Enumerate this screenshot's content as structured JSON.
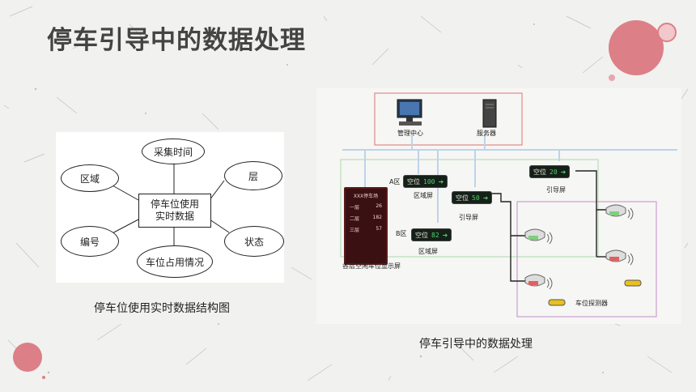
{
  "slide": {
    "title": "停车引导中的数据处理",
    "left_caption": "停车位使用实时数据结构图",
    "right_caption": "停车引导中的数据处理"
  },
  "er_diagram": {
    "center_line1": "停车位使用",
    "center_line2": "实时数据",
    "attr_time": "采集时间",
    "attr_area": "区域",
    "attr_floor": "层",
    "attr_number": "编号",
    "attr_status": "状态",
    "attr_occupancy": "车位占用情况"
  },
  "network": {
    "mgmt_center": "管理中心",
    "server": "服务器",
    "sign_label": "空位",
    "area_a": "A区",
    "area_b": "B区",
    "area_screen": "区域屏",
    "guide_screen": "引导屏",
    "floor_screen": "各层空闲车位显示屏",
    "detector": "车位探测器",
    "sign_a_value": "100",
    "sign_guide1_value": "50",
    "sign_b_value": "82",
    "sign_guide2_value": "20",
    "floor_board_title": "XXX停车场",
    "floor_rows": [
      {
        "label": "一层",
        "value": "26"
      },
      {
        "label": "二层",
        "value": "182"
      },
      {
        "label": "三层",
        "value": "57"
      }
    ]
  },
  "colors": {
    "accent_circle": "#dc7f86",
    "title": "#444444",
    "center_box_frame": "#e08a8a",
    "network_frame": "#c4e2c4",
    "detector_frame": "#c9a0cf"
  }
}
